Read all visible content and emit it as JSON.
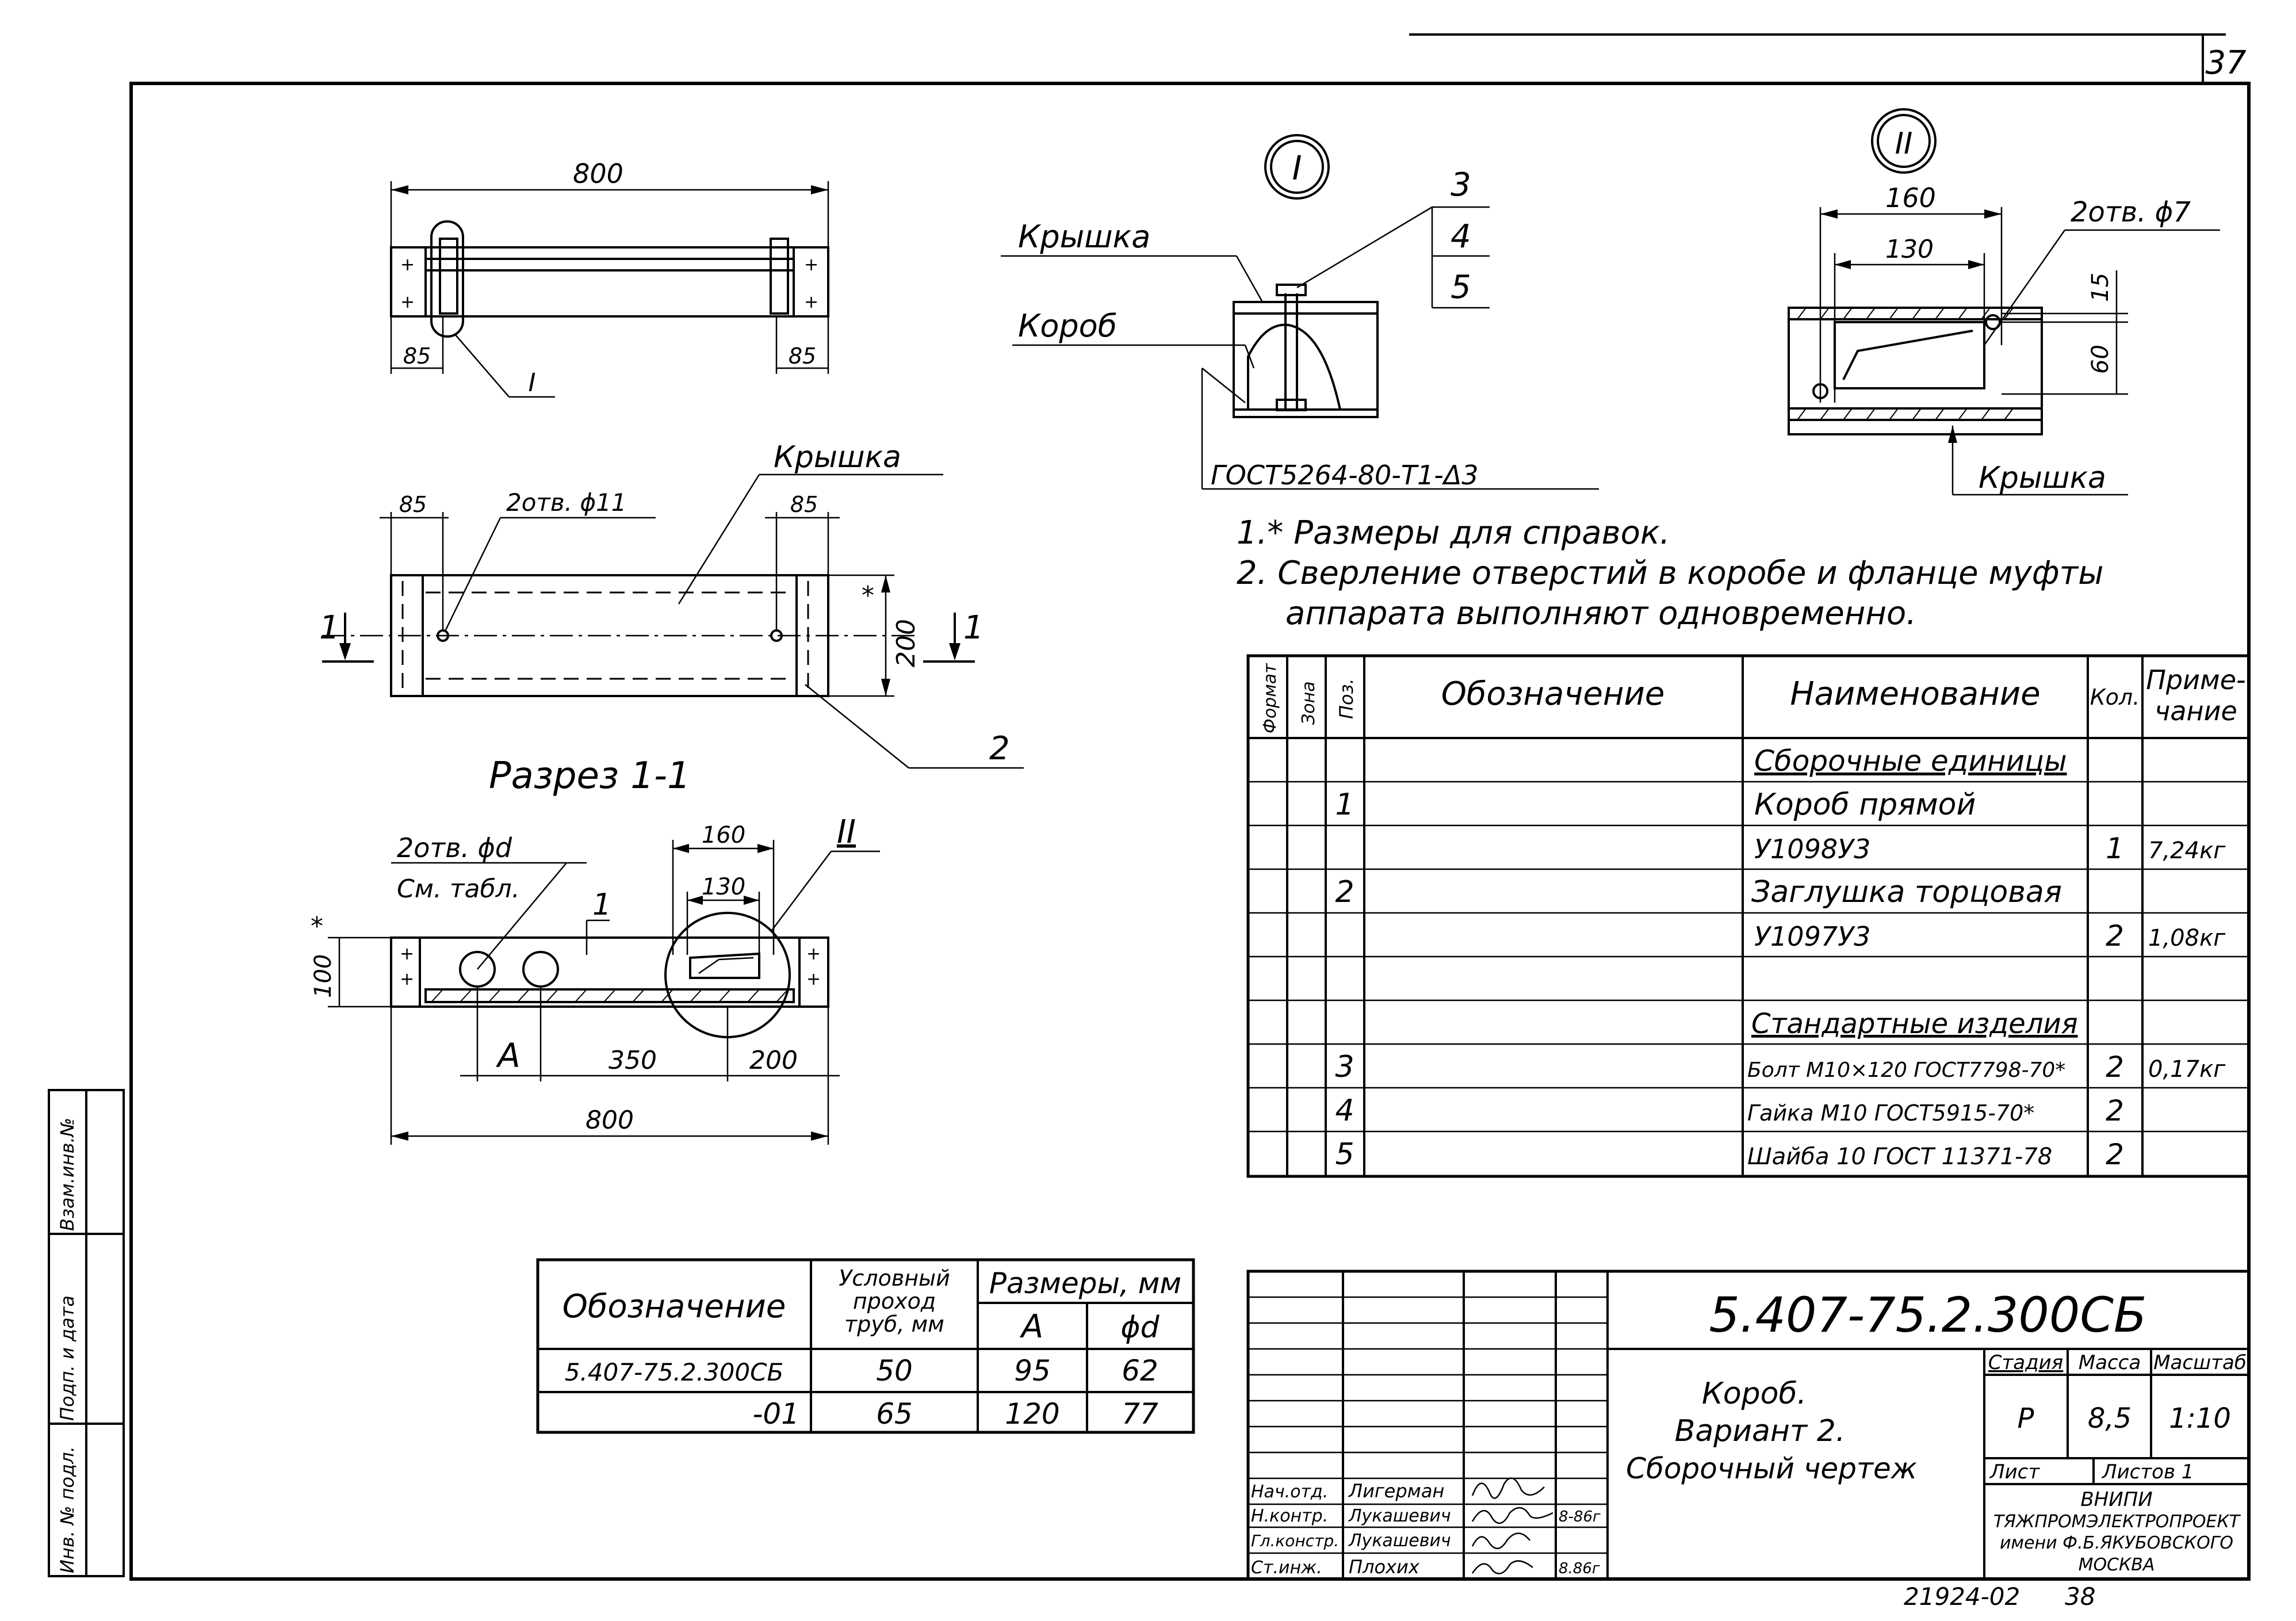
{
  "sheet": {
    "page_number": "37",
    "archive_number": "21924-02",
    "archive_sheet": "38",
    "side_labels": [
      "Взам.инв.№",
      "Подп. и дата",
      "Инв. № подл."
    ]
  },
  "top_view": {
    "overall_dim": "800",
    "left_offset": "85",
    "right_offset": "85",
    "callout": "I"
  },
  "plan_view": {
    "left_offset": "85",
    "right_offset": "85",
    "holes_label": "2отв. ϕ11",
    "cover_label": "Крышка",
    "height_dim": "200",
    "height_star": "*",
    "section_mark": "1",
    "pos_label": "2"
  },
  "section_view": {
    "title": "Разрез 1-1",
    "holes_label": "2отв. ϕd",
    "see_table": "См. табл.",
    "pos_label": "1",
    "callout": "II",
    "dim_160": "160",
    "dim_130": "130",
    "dim_100": "100",
    "dim_100_star": "*",
    "dim_A": "A",
    "dim_350": "350",
    "dim_200": "200",
    "overall_dim": "800"
  },
  "detail_1": {
    "callout": "I",
    "cover_label": "Крышка",
    "box_label": "Короб",
    "positions": [
      "3",
      "4",
      "5"
    ],
    "weld_note": "ГОСТ5264-80-Т1-Δ3"
  },
  "detail_2": {
    "callout": "II",
    "dim_160": "160",
    "dim_130": "130",
    "holes_label": "2отв. ϕ7",
    "dim_15": "15",
    "dim_60": "60",
    "cover_label": "Крышка"
  },
  "notes": [
    "1.* Размеры для справок.",
    "2. Сверление отверстий в коробе и фланце муфты",
    "аппарата выполняют одновременно."
  ],
  "spec_table": {
    "headers": [
      "Формат",
      "Зона",
      "Поз.",
      "Обозначение",
      "Наименование",
      "Кол.",
      "Приме-",
      "чание"
    ],
    "rows": [
      {
        "pos": "",
        "name": "Сборочные единицы",
        "qty": "",
        "note": "",
        "underline": true
      },
      {
        "pos": "1",
        "name": "Короб прямой",
        "qty": "",
        "note": "",
        "underline": false
      },
      {
        "pos": "",
        "name": "У1098У3",
        "qty": "1",
        "note": "7,24кг",
        "underline": false
      },
      {
        "pos": "2",
        "name": "Заглушка торцовая",
        "qty": "",
        "note": "",
        "underline": false
      },
      {
        "pos": "",
        "name": "У1097У3",
        "qty": "2",
        "note": "1,08кг",
        "underline": false
      },
      {
        "pos": "",
        "name": "",
        "qty": "",
        "note": "",
        "underline": false
      },
      {
        "pos": "",
        "name": "Стандартные изделия",
        "qty": "",
        "note": "",
        "underline": true
      },
      {
        "pos": "3",
        "name": "Болт М10×120 ГОСТ7798-70*",
        "qty": "2",
        "note": "0,17кг",
        "underline": false
      },
      {
        "pos": "4",
        "name": "Гайка М10 ГОСТ5915-70*",
        "qty": "2",
        "note": "",
        "underline": false
      },
      {
        "pos": "5",
        "name": "Шайба 10 ГОСТ 11371-78",
        "qty": "2",
        "note": "",
        "underline": false
      }
    ]
  },
  "variants_table": {
    "headers": {
      "designation": "Обозначение",
      "nominal_line1": "Условный",
      "nominal_line2": "проход",
      "nominal_line3": "труб, мм",
      "sizes": "Размеры, мм",
      "A": "А",
      "d": "ϕd"
    },
    "rows": [
      {
        "designation": "5.407-75.2.300СБ",
        "nominal": "50",
        "A": "95",
        "d": "62"
      },
      {
        "designation": "-01",
        "nominal": "65",
        "A": "120",
        "d": "77"
      }
    ]
  },
  "title_block": {
    "doc_code": "5.407-75.2.300СБ",
    "name_line1": "Короб.",
    "name_line2": "Вариант 2.",
    "name_line3": "Сборочный чертеж",
    "stage_label": "Стадия",
    "mass_label": "Масса",
    "scale_label": "Масштаб",
    "stage": "Р",
    "mass": "8,5",
    "scale": "1:10",
    "sheet_label": "Лист",
    "sheets_label": "Листов 1",
    "org_line1": "ВНИПИ",
    "org_line2": "ТЯЖПРОМЭЛЕКТРОПРОЕКТ",
    "org_line3": "имени Ф.Б.ЯКУБОВСКОГО",
    "org_line4": "МОСКВА",
    "signers": [
      {
        "role": "Нач.отд.",
        "name": "Лигерман",
        "date": ""
      },
      {
        "role": "Н.контр.",
        "name": "Лукашевич",
        "date": "8-86г"
      },
      {
        "role": "Гл.констр.",
        "name": "Лукашевич",
        "date": ""
      },
      {
        "role": "Ст.инж.",
        "name": "Плохих",
        "date": "8.86г"
      }
    ]
  }
}
